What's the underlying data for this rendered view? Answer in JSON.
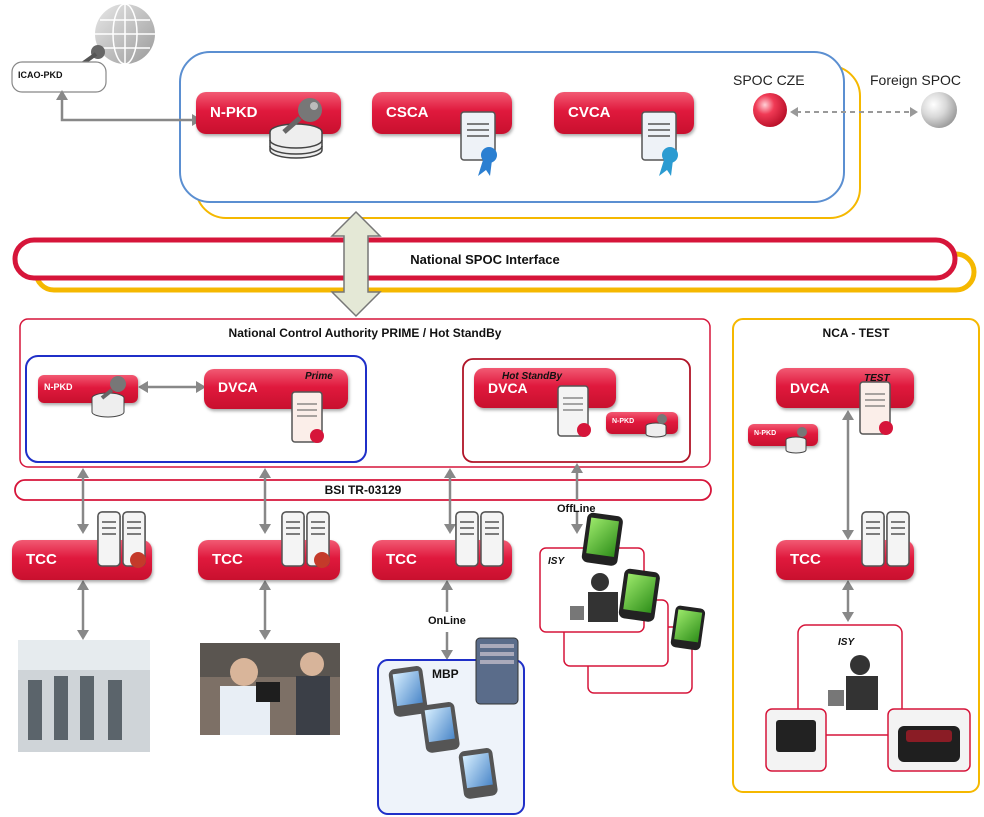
{
  "top": {
    "icao": "ICAO-PKD",
    "npkd": "N-PKD",
    "csca": "CSCA",
    "cvca": "CVCA",
    "spoc_cze": "SPOC CZE",
    "foreign_spoc": "Foreign SPOC"
  },
  "interface": {
    "national_spoc": "National SPOC Interface",
    "bsi": "BSI TR-03129"
  },
  "nca": {
    "title": "National Control Authority PRIME / Hot StandBy",
    "npkd": "N-PKD",
    "dvca_prime": "DVCA",
    "prime_tag": "Prime",
    "dvca_hot": "DVCA",
    "hot_tag": "Hot StandBy",
    "npkd_small": "N-PKD"
  },
  "test": {
    "title": "NCA - TEST",
    "dvca": "DVCA",
    "test_tag": "TEST",
    "npkd_small": "N-PKD",
    "tcc": "TCC",
    "isy": "ISY"
  },
  "bottom": {
    "tcc1": "TCC",
    "tcc2": "TCC",
    "tcc3": "TCC",
    "offline": "OffLine",
    "online": "OnLine",
    "isy": "ISY",
    "mbp": "MBP"
  }
}
